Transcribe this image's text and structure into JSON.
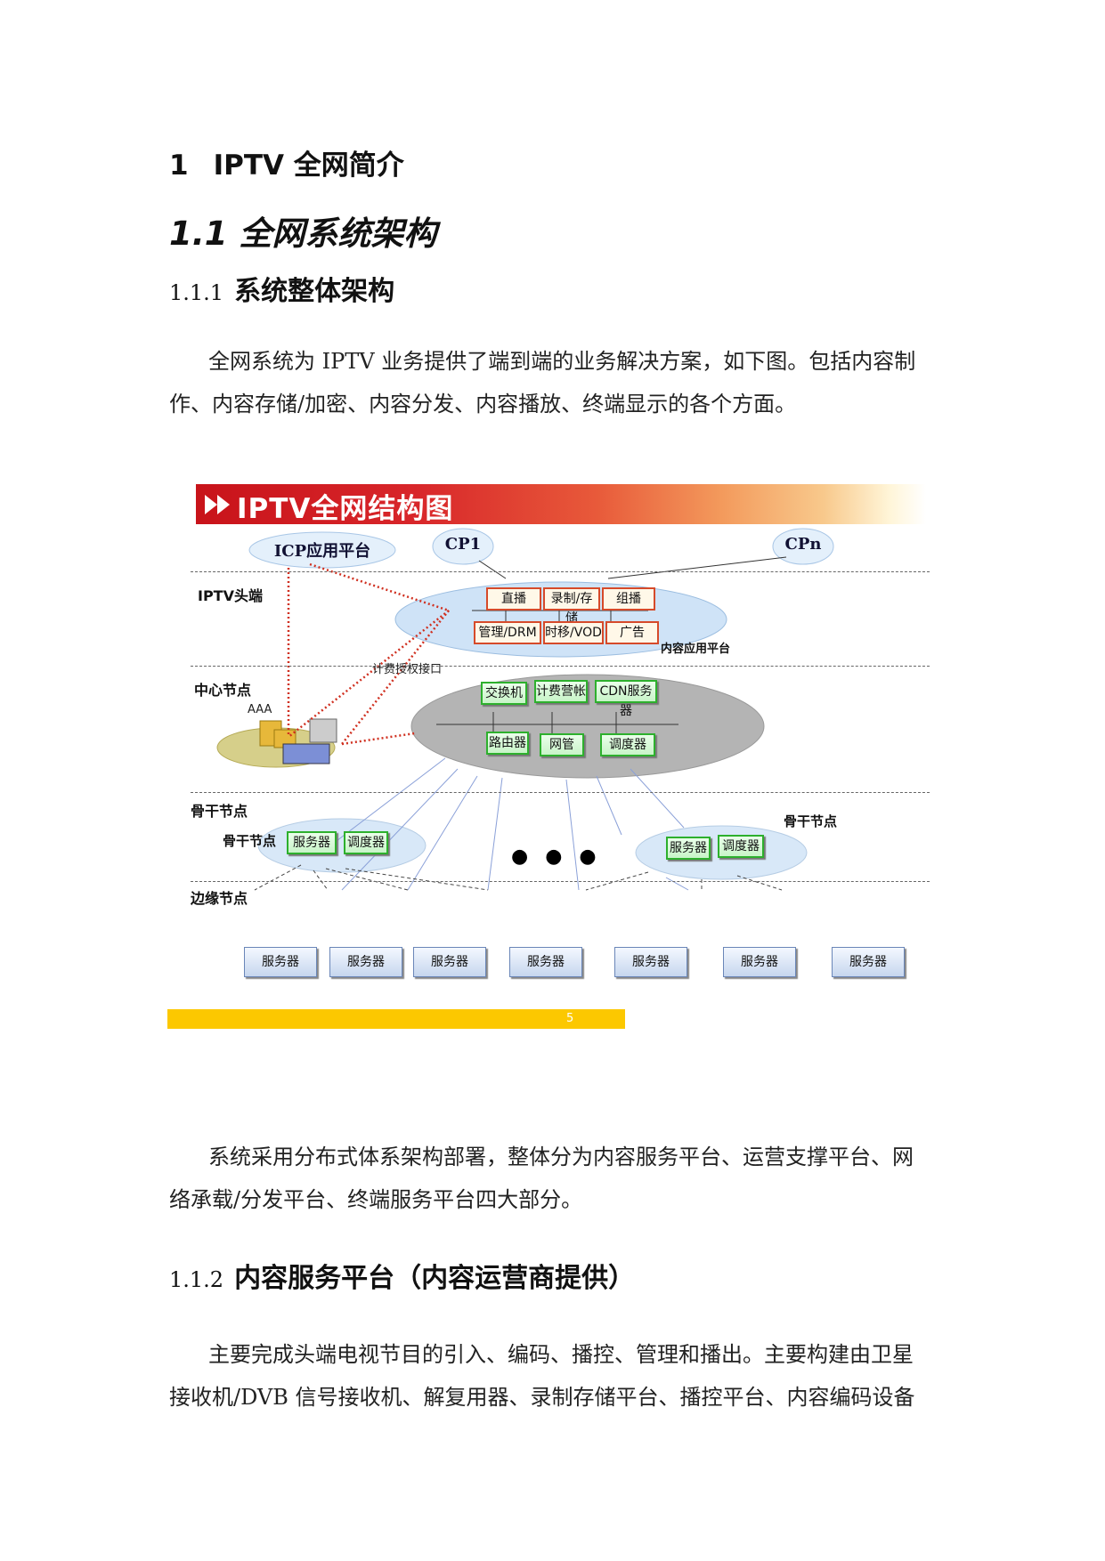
{
  "heading1": {
    "number": "1",
    "text": "IPTV 全网简介"
  },
  "heading2": "1.1 全网系统架构",
  "heading3a": {
    "number": "1.1.1",
    "text": "系统整体架构"
  },
  "paragraph1": {
    "line1": "全网系统为 IPTV 业务提供了端到端的业务解决方案，如下图。包括内容制",
    "line2": "作、内容存储/加密、内容分发、内容播放、终端显示的各个方面。"
  },
  "figure": {
    "banner_title": "IPTV全网结构图",
    "icp_platform": "ICP应用平台",
    "cp1": "CP1",
    "cpn": "CPn",
    "layer_headend": "IPTV头端",
    "headend_boxes": [
      "直播",
      "录制/存储",
      "组播",
      "管理/DRM",
      "时移/VOD",
      "广告"
    ],
    "content_app_platform": "内容应用平台",
    "billing_interface": "计费授权接口",
    "layer_center": "中心节点",
    "aaa_label": "AAA",
    "center_boxes": [
      "交换机",
      "计费营帐",
      "CDN服务器",
      "路由器",
      "网管",
      "调度器"
    ],
    "layer_backbone": "骨干节点",
    "backbone_left_label": "骨干节点",
    "backbone_right_label": "骨干节点",
    "backbone_left_boxes": [
      "服务器",
      "调度器"
    ],
    "backbone_right_boxes": [
      "服务器",
      "调度器"
    ],
    "ellipsis": "● ● ●",
    "layer_edge": "边缘节点",
    "edge_servers": [
      "服务器",
      "服务器",
      "服务器",
      "服务器",
      "服务器",
      "服务器",
      "服务器"
    ],
    "page_number": "5"
  },
  "paragraph2": {
    "line1": "系统采用分布式体系架构部署，整体分为内容服务平台、运营支撑平台、网",
    "line2": "络承载/分发平台、终端服务平台四大部分。"
  },
  "heading3b": {
    "number": "1.1.2",
    "text": "内容服务平台（内容运营商提供）"
  },
  "paragraph3": {
    "line1": "主要完成头端电视节目的引入、编码、播控、管理和播出。主要构建由卫星",
    "line2": "接收机/DVB 信号接收机、解复用器、录制存储平台、播控平台、内容编码设备"
  }
}
